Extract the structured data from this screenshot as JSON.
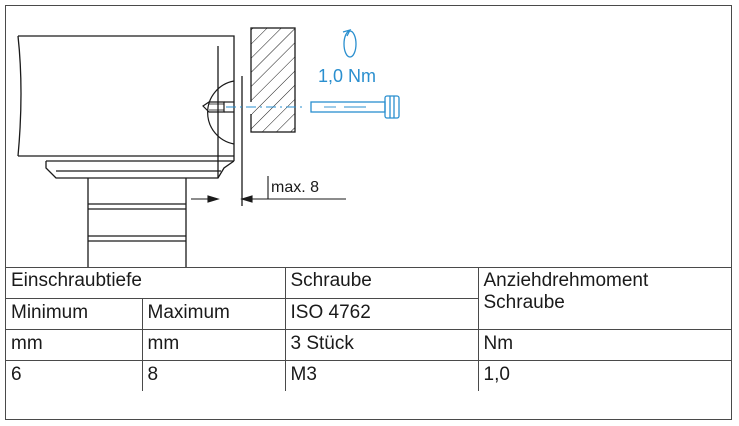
{
  "drawing": {
    "torque_annotation": "1,0 Nm",
    "depth_annotation": "max. 8",
    "colors": {
      "annotation": "#2a8fcf",
      "line": "#1a1a1a"
    }
  },
  "table": {
    "header": {
      "depth": "Einschraubtiefe",
      "screw": "Schraube",
      "torque": "Anziehdrehmoment",
      "torque_line2": "Schraube"
    },
    "subheader": {
      "minimum": "Minimum",
      "maximum": "Maximum",
      "standard": "ISO 4762"
    },
    "units": {
      "minimum": "mm",
      "maximum": "mm",
      "quantity": "3 Stück",
      "torque": "Nm"
    },
    "values": {
      "minimum": "6",
      "maximum": "8",
      "size": "M3",
      "torque": "1,0"
    }
  }
}
